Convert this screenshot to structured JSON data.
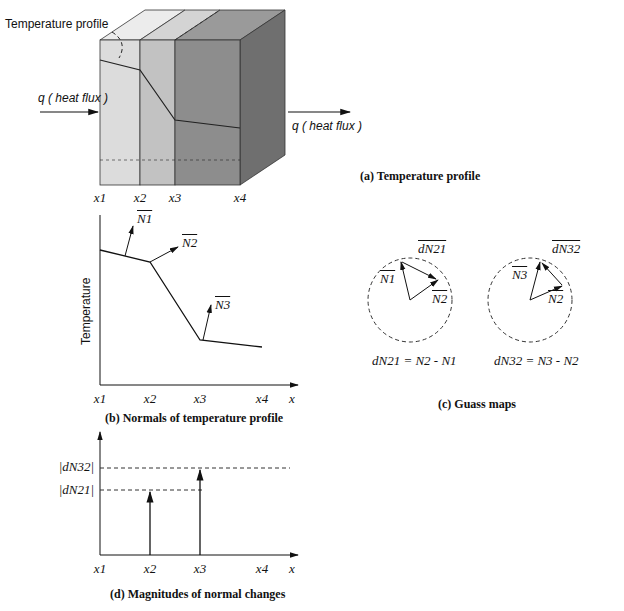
{
  "diagram": {
    "labels": [
      "Temperature profile",
      "q ( heat flux )",
      "q ( heat flux )",
      "x1",
      "x2",
      "x3",
      "x4",
      "(a) Temperature profile",
      "Temperature",
      "N1",
      "N2",
      "N3",
      "x1",
      "x2",
      "x3",
      "x4",
      "x",
      "(b) Normals of temperature profile",
      "dN21",
      "N1",
      "N2",
      "dN32",
      "N3",
      "N2",
      "dN21 = N2 - N1",
      "dN32 = N3 - N2",
      "(c) Guass maps",
      "|dN32|",
      "|dN21|",
      "x1",
      "x2",
      "x3",
      "x4",
      "x",
      "(d) Magnitudes of normal changes"
    ]
  }
}
